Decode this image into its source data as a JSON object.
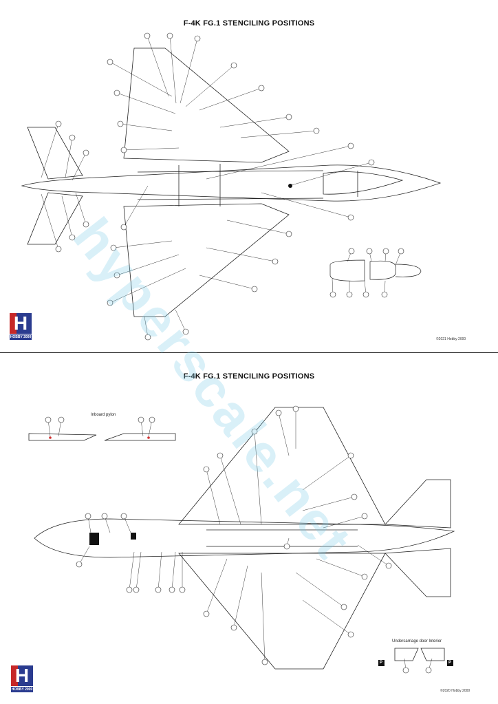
{
  "top": {
    "title": "F-4K FG.1 STENCILING POSITIONS",
    "logo_letter": "H",
    "logo_caption": "HOBBY 2000",
    "copyright": "©2021 Hobby 2000"
  },
  "bottom": {
    "title": "F-4K FG.1 STENCILING POSITIONS",
    "pylon_label": "Inboard pylon",
    "door_label": "Undercarriage door Interior",
    "door_marker_left": "P",
    "door_marker_right": "P",
    "logo_letter": "H",
    "logo_caption": "HOBBY 2000",
    "copyright": "©2020 Hobby 2000"
  },
  "watermark": "hyperscale.net",
  "colors": {
    "line": "#222222",
    "logo_blue": "#2a3b8f",
    "logo_red": "#c62828",
    "stencil_red": "#d03030"
  }
}
